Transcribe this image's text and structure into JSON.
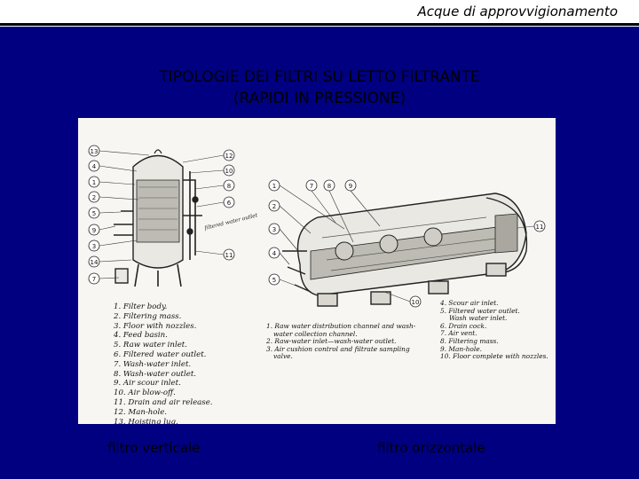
{
  "header": {
    "title": "Acque di approvvigionamento"
  },
  "slide": {
    "title_line1": "TIPOLOGIE DEI FILTRI SU LETTO FILTRANTE",
    "title_line2": "(RAPIDI IN PRESSIONE)"
  },
  "figure": {
    "vertical": {
      "callouts_left": [
        "13",
        "4",
        "1",
        "2",
        "5",
        "9",
        "3",
        "14",
        "7"
      ],
      "callouts_right": [
        "12",
        "10",
        "8",
        "6",
        "11"
      ],
      "annotation": "filtered water outlet",
      "legend": [
        "1. Filter body.",
        "2. Filtering mass.",
        "3. Floor with nozzles.",
        "4. Feed basin.",
        "5. Raw water inlet.",
        "6. Filtered water outlet.",
        "7. Wash-water inlet.",
        "8. Wash-water outlet.",
        "9. Air scour inlet.",
        "10. Air blow-off.",
        "11. Drain and air release.",
        "12. Man-hole.",
        "13. Hoisting lug."
      ]
    },
    "horizontal": {
      "callouts_left": [
        "1",
        "2",
        "3",
        "4",
        "5"
      ],
      "callouts_top": [
        "7",
        "8",
        "9"
      ],
      "callouts_right": [
        "11"
      ],
      "callouts_bottom": [
        "10"
      ],
      "legend_left": [
        "1. Raw water distribution channel and wash-",
        "water collection channel.",
        "2. Raw-water inlet—wash-water outlet.",
        "3. Air cushion control and filtrate sampling",
        "valve."
      ],
      "legend_right": [
        "4. Scour air inlet.",
        "5. Filtered water outlet.",
        "Wash water inlet.",
        "6. Drain cock.",
        "7. Air vent.",
        "8. Filtering mass.",
        "9. Man-hole.",
        "10. Floor complete with nozzles."
      ]
    }
  },
  "captions": {
    "left": "filtro verticale",
    "right": "filtro orizzontale"
  }
}
